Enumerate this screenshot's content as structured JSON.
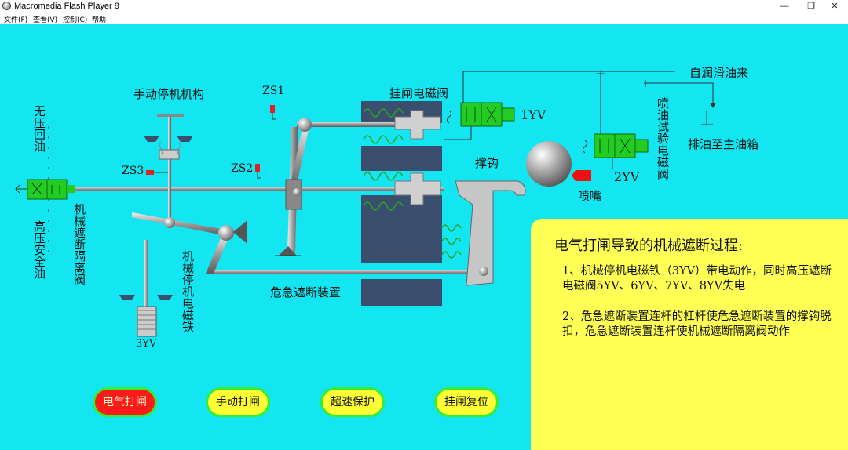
{
  "window": {
    "title": "Macromedia Flash Player 8",
    "controls": {
      "minimize": "—",
      "restore": "❐",
      "close": "✕"
    }
  },
  "menu": [
    "文件(F)",
    "查看(V)",
    "控制(C)",
    "帮助"
  ],
  "labels": {
    "manual_trip_mechanism": "手动停机机构",
    "zs1": "ZS1",
    "zs2": "ZS2",
    "zs3": "ZS3",
    "trip_solenoid_valve": "挂闸电磁阀",
    "valve_1yv": "1YV",
    "valve_2yv": "2YV",
    "self_lube_oil": "自润滑油来",
    "drain_to_tank": "排油至主油箱",
    "hook": "撑钩",
    "nozzle": "喷嘴",
    "oil_test_valve": "喷油试验电磁阀",
    "no_pressure_return": "无压回油",
    "high_pressure_oil": "高压安全油",
    "isolation_valve": "机械遮断隔离阀",
    "mech_trip_magnet": "机械停机电磁铁",
    "emergency_trip_device": "危急遮断装置",
    "yv3": "3YV"
  },
  "info_panel": {
    "heading": "电气打闸导致的机械遮断过程:",
    "p1": "1、机械停机电磁铁（3YV）带电动作，同时高压遮断电磁阀5YV、6YV、7YV、8YV失电",
    "p2": "2、危急遮断装置连杆的杠杆使危急遮断装置的撑钩脱扣，危急遮断装置连杆使机械遮断隔离阀动作"
  },
  "buttons": {
    "electric_trip": "电气打闸",
    "manual_trip": "手动打闸",
    "overspeed_protect": "超速保护",
    "trip_reset": "挂闸复位"
  },
  "colors": {
    "stage_bg": "#13e6f0",
    "panel_bg": "#ffff55",
    "block": "#3a4f6e",
    "valve_green": "#22cc22",
    "active_button": "#ff1a1a"
  }
}
